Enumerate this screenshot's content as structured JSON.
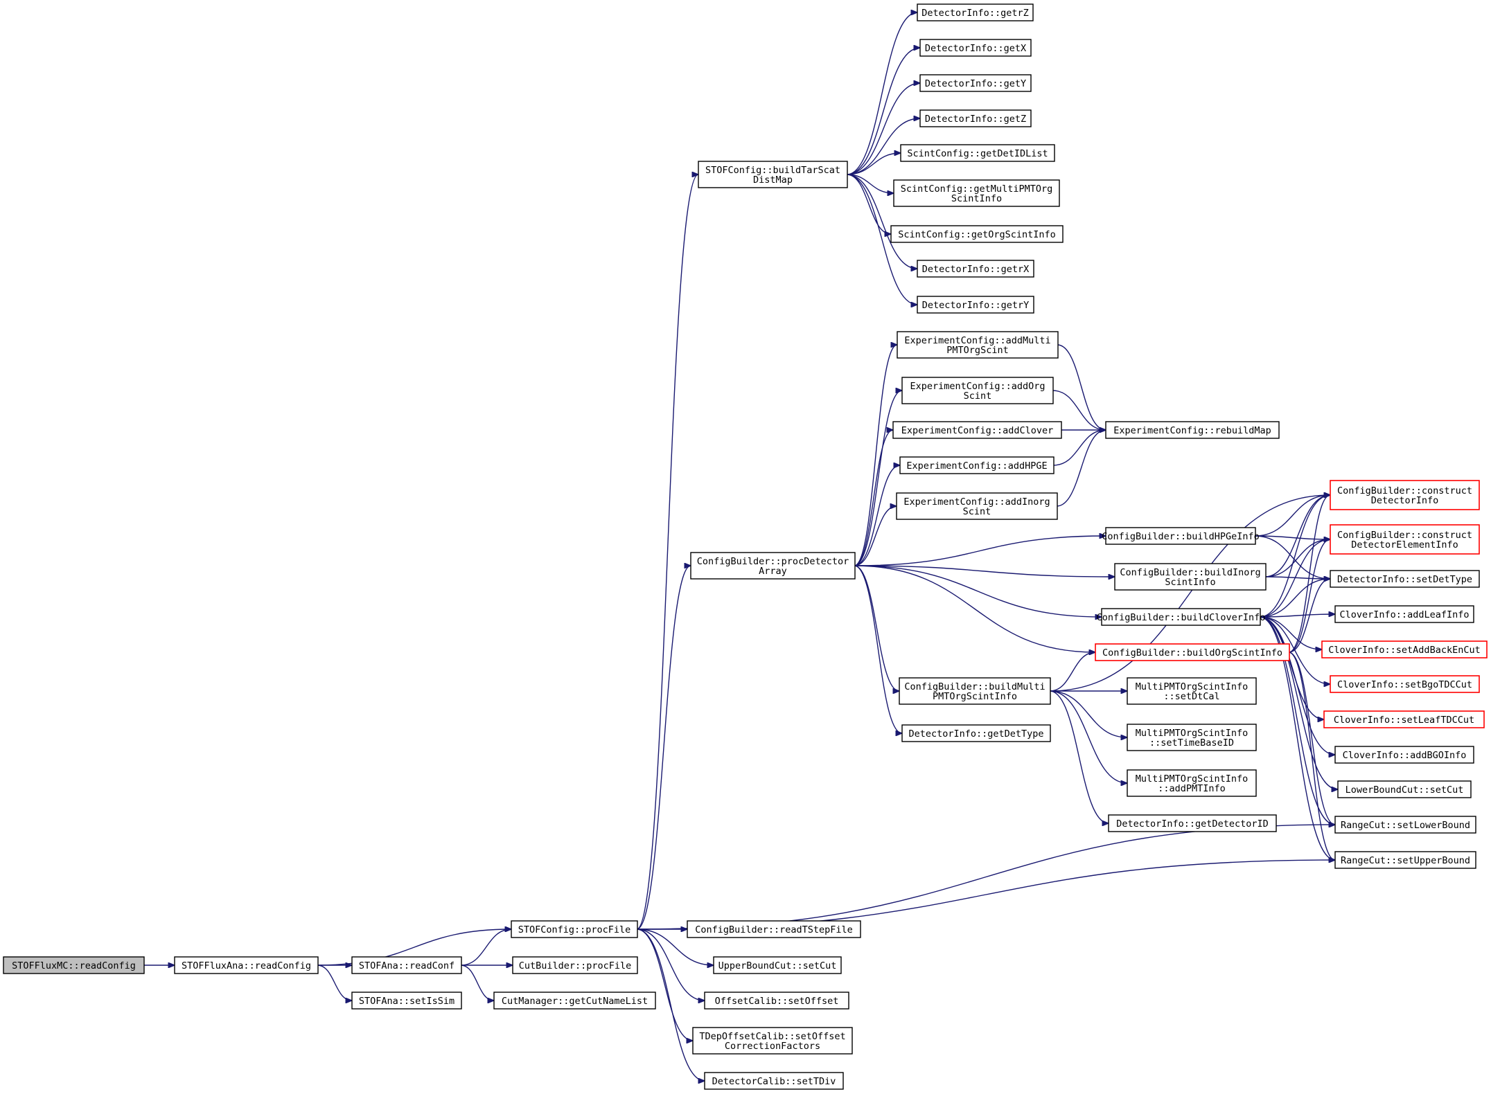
{
  "graph": {
    "nodes": [
      {
        "id": "readConfigMC",
        "lines": [
          "STOFFluxMC::readConfig"
        ],
        "style": "root"
      },
      {
        "id": "readConfigAna",
        "lines": [
          "STOFFluxAna::readConfig"
        ]
      },
      {
        "id": "readConf",
        "lines": [
          "STOFAna::readConf"
        ]
      },
      {
        "id": "setIsSim",
        "lines": [
          "STOFAna::setIsSim"
        ]
      },
      {
        "id": "procFile",
        "lines": [
          "STOFConfig::procFile"
        ]
      },
      {
        "id": "cutProcFile",
        "lines": [
          "CutBuilder::procFile"
        ]
      },
      {
        "id": "getCutNameList",
        "lines": [
          "CutManager::getCutNameList"
        ]
      },
      {
        "id": "buildTarScat",
        "lines": [
          "STOFConfig::buildTarScat",
          "DistMap"
        ]
      },
      {
        "id": "procDetector",
        "lines": [
          "ConfigBuilder::procDetector",
          "Array"
        ]
      },
      {
        "id": "readTStepFile",
        "lines": [
          "ConfigBuilder::readTStepFile"
        ]
      },
      {
        "id": "ubSetCut",
        "lines": [
          "UpperBoundCut::setCut"
        ]
      },
      {
        "id": "setOffset",
        "lines": [
          "OffsetCalib::setOffset"
        ]
      },
      {
        "id": "tdepSetOffset",
        "lines": [
          "TDepOffsetCalib::setOffset",
          "CorrectionFactors"
        ]
      },
      {
        "id": "setTDiv",
        "lines": [
          "DetectorCalib::setTDiv"
        ]
      },
      {
        "id": "getrZ",
        "lines": [
          "DetectorInfo::getrZ"
        ]
      },
      {
        "id": "getX",
        "lines": [
          "DetectorInfo::getX"
        ]
      },
      {
        "id": "getY",
        "lines": [
          "DetectorInfo::getY"
        ]
      },
      {
        "id": "getZ",
        "lines": [
          "DetectorInfo::getZ"
        ]
      },
      {
        "id": "getDetIDList",
        "lines": [
          "ScintConfig::getDetIDList"
        ]
      },
      {
        "id": "getMultiPMT",
        "lines": [
          "ScintConfig::getMultiPMTOrg",
          "ScintInfo"
        ]
      },
      {
        "id": "getOrgScintInfo",
        "lines": [
          "ScintConfig::getOrgScintInfo"
        ]
      },
      {
        "id": "getrX",
        "lines": [
          "DetectorInfo::getrX"
        ]
      },
      {
        "id": "getrY",
        "lines": [
          "DetectorInfo::getrY"
        ]
      },
      {
        "id": "addMultiPMT",
        "lines": [
          "ExperimentConfig::addMulti",
          "PMTOrgScint"
        ]
      },
      {
        "id": "addOrgScint",
        "lines": [
          "ExperimentConfig::addOrg",
          "Scint"
        ]
      },
      {
        "id": "addClover",
        "lines": [
          "ExperimentConfig::addClover"
        ]
      },
      {
        "id": "addHPGE",
        "lines": [
          "ExperimentConfig::addHPGE"
        ]
      },
      {
        "id": "addInorg",
        "lines": [
          "ExperimentConfig::addInorg",
          "Scint"
        ]
      },
      {
        "id": "rebuildMap",
        "lines": [
          "ExperimentConfig::rebuildMap"
        ]
      },
      {
        "id": "buildHPGe",
        "lines": [
          "ConfigBuilder::buildHPGeInfo"
        ]
      },
      {
        "id": "buildInorg",
        "lines": [
          "ConfigBuilder::buildInorg",
          "ScintInfo"
        ]
      },
      {
        "id": "buildClover",
        "lines": [
          "ConfigBuilder::buildCloverInfo"
        ]
      },
      {
        "id": "buildOrg",
        "lines": [
          "ConfigBuilder::buildOrgScintInfo"
        ],
        "style": "trunc"
      },
      {
        "id": "buildMultiPMT",
        "lines": [
          "ConfigBuilder::buildMulti",
          "PMTOrgScintInfo"
        ]
      },
      {
        "id": "getDetType",
        "lines": [
          "DetectorInfo::getDetType"
        ]
      },
      {
        "id": "setDtCal",
        "lines": [
          "MultiPMTOrgScintInfo",
          "::setDtCal"
        ]
      },
      {
        "id": "setTimeBaseID",
        "lines": [
          "MultiPMTOrgScintInfo",
          "::setTimeBaseID"
        ]
      },
      {
        "id": "addPMTInfo",
        "lines": [
          "MultiPMTOrgScintInfo",
          "::addPMTInfo"
        ]
      },
      {
        "id": "getDetectorID",
        "lines": [
          "DetectorInfo::getDetectorID"
        ]
      },
      {
        "id": "constructDet",
        "lines": [
          "ConfigBuilder::construct",
          "DetectorInfo"
        ],
        "style": "trunc"
      },
      {
        "id": "constructDetEl",
        "lines": [
          "ConfigBuilder::construct",
          "DetectorElementInfo"
        ],
        "style": "trunc"
      },
      {
        "id": "setDetType",
        "lines": [
          "DetectorInfo::setDetType"
        ]
      },
      {
        "id": "addLeafInfo",
        "lines": [
          "CloverInfo::addLeafInfo"
        ]
      },
      {
        "id": "setAddBackEnCut",
        "lines": [
          "CloverInfo::setAddBackEnCut"
        ],
        "style": "trunc"
      },
      {
        "id": "setBgoTDCCut",
        "lines": [
          "CloverInfo::setBgoTDCCut"
        ],
        "style": "trunc"
      },
      {
        "id": "setLeafTDCCut",
        "lines": [
          "CloverInfo::setLeafTDCCut"
        ],
        "style": "trunc"
      },
      {
        "id": "addBGOInfo",
        "lines": [
          "CloverInfo::addBGOInfo"
        ]
      },
      {
        "id": "lbSetCut",
        "lines": [
          "LowerBoundCut::setCut"
        ]
      },
      {
        "id": "setLowerBound",
        "lines": [
          "RangeCut::setLowerBound"
        ]
      },
      {
        "id": "setUpperBound",
        "lines": [
          "RangeCut::setUpperBound"
        ]
      }
    ],
    "edges": [
      [
        "readConfigMC",
        "readConfigAna"
      ],
      [
        "readConfigAna",
        "readConf"
      ],
      [
        "readConfigAna",
        "setIsSim"
      ],
      [
        "readConfigAna",
        "procFile"
      ],
      [
        "readConf",
        "procFile"
      ],
      [
        "readConf",
        "cutProcFile"
      ],
      [
        "readConf",
        "getCutNameList"
      ],
      [
        "procFile",
        "buildTarScat"
      ],
      [
        "procFile",
        "procDetector"
      ],
      [
        "procFile",
        "readTStepFile"
      ],
      [
        "procFile",
        "ubSetCut"
      ],
      [
        "procFile",
        "setOffset"
      ],
      [
        "procFile",
        "tdepSetOffset"
      ],
      [
        "procFile",
        "setTDiv"
      ],
      [
        "procFile",
        "setLowerBound"
      ],
      [
        "procFile",
        "setUpperBound"
      ],
      [
        "buildTarScat",
        "getrZ"
      ],
      [
        "buildTarScat",
        "getX"
      ],
      [
        "buildTarScat",
        "getY"
      ],
      [
        "buildTarScat",
        "getZ"
      ],
      [
        "buildTarScat",
        "getDetIDList"
      ],
      [
        "buildTarScat",
        "getMultiPMT"
      ],
      [
        "buildTarScat",
        "getOrgScintInfo"
      ],
      [
        "buildTarScat",
        "getrX"
      ],
      [
        "buildTarScat",
        "getrY"
      ],
      [
        "procDetector",
        "addMultiPMT"
      ],
      [
        "procDetector",
        "addOrgScint"
      ],
      [
        "procDetector",
        "addClover"
      ],
      [
        "procDetector",
        "addHPGE"
      ],
      [
        "procDetector",
        "addInorg"
      ],
      [
        "procDetector",
        "buildHPGe"
      ],
      [
        "procDetector",
        "buildInorg"
      ],
      [
        "procDetector",
        "buildClover"
      ],
      [
        "procDetector",
        "buildOrg"
      ],
      [
        "procDetector",
        "buildMultiPMT"
      ],
      [
        "procDetector",
        "getDetType"
      ],
      [
        "addMultiPMT",
        "rebuildMap"
      ],
      [
        "addOrgScint",
        "rebuildMap"
      ],
      [
        "addClover",
        "rebuildMap"
      ],
      [
        "addHPGE",
        "rebuildMap"
      ],
      [
        "addInorg",
        "rebuildMap"
      ],
      [
        "buildHPGe",
        "constructDet"
      ],
      [
        "buildHPGe",
        "constructDetEl"
      ],
      [
        "buildHPGe",
        "setDetType"
      ],
      [
        "buildInorg",
        "constructDet"
      ],
      [
        "buildInorg",
        "constructDetEl"
      ],
      [
        "buildInorg",
        "setDetType"
      ],
      [
        "buildClover",
        "constructDet"
      ],
      [
        "buildClover",
        "constructDetEl"
      ],
      [
        "buildClover",
        "setDetType"
      ],
      [
        "buildClover",
        "addLeafInfo"
      ],
      [
        "buildClover",
        "setAddBackEnCut"
      ],
      [
        "buildClover",
        "setBgoTDCCut"
      ],
      [
        "buildClover",
        "setLeafTDCCut"
      ],
      [
        "buildClover",
        "addBGOInfo"
      ],
      [
        "buildClover",
        "lbSetCut"
      ],
      [
        "buildClover",
        "setLowerBound"
      ],
      [
        "buildClover",
        "setUpperBound"
      ],
      [
        "buildOrg",
        "constructDet"
      ],
      [
        "buildOrg",
        "constructDetEl"
      ],
      [
        "buildOrg",
        "setDetType"
      ],
      [
        "buildOrg",
        "setLowerBound"
      ],
      [
        "buildOrg",
        "setUpperBound"
      ],
      [
        "buildMultiPMT",
        "constructDet"
      ],
      [
        "buildMultiPMT",
        "buildOrg"
      ],
      [
        "buildMultiPMT",
        "setDtCal"
      ],
      [
        "buildMultiPMT",
        "setTimeBaseID"
      ],
      [
        "buildMultiPMT",
        "addPMTInfo"
      ],
      [
        "buildMultiPMT",
        "getDetectorID"
      ]
    ]
  }
}
